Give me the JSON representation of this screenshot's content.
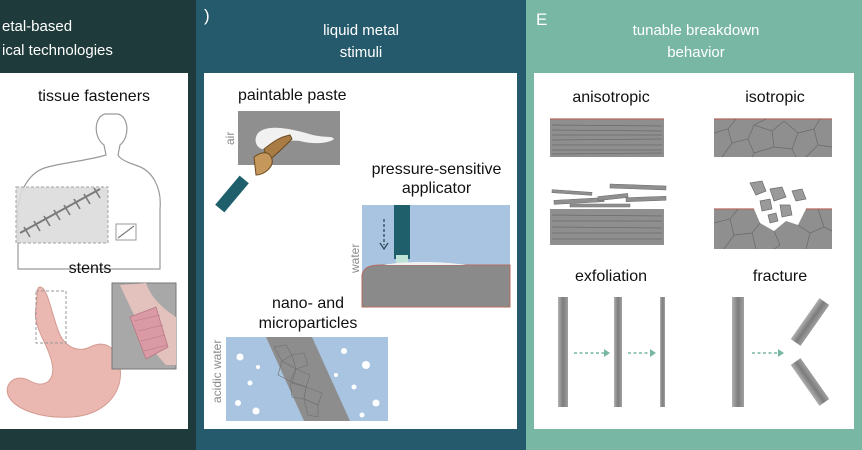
{
  "panels": {
    "a": {
      "title_line1": "etal-based",
      "title_line2": "ical technologies",
      "label_tissue": "tissue fasteners",
      "label_stents": "stents"
    },
    "b": {
      "letter": ")",
      "title_line1": "liquid metal",
      "title_line2": "stimuli",
      "label_paste": "paintable paste",
      "label_air": "air",
      "label_pressure_line1": "pressure-sensitive",
      "label_pressure_line2": "applicator",
      "label_water": "water",
      "label_nano_line1": "nano- and",
      "label_nano_line2": "microparticles",
      "label_acidic_water": "acidic water"
    },
    "c": {
      "letter": "E",
      "title_line1": "tunable breakdown",
      "title_line2": "behavior",
      "label_anisotropic": "anisotropic",
      "label_isotropic": "isotropic",
      "label_exfoliation": "exfoliation",
      "label_fracture": "fracture"
    }
  },
  "colors": {
    "panel_a_bg": "#1f3a3a",
    "panel_b_bg": "#255a6c",
    "panel_c_bg": "#78b7a4",
    "water_blue": "#a9c4e0",
    "tissue_pink": "#eab8b0",
    "metal_grey": "#8f8f8f",
    "arrow_teal": "#78b7a4"
  }
}
